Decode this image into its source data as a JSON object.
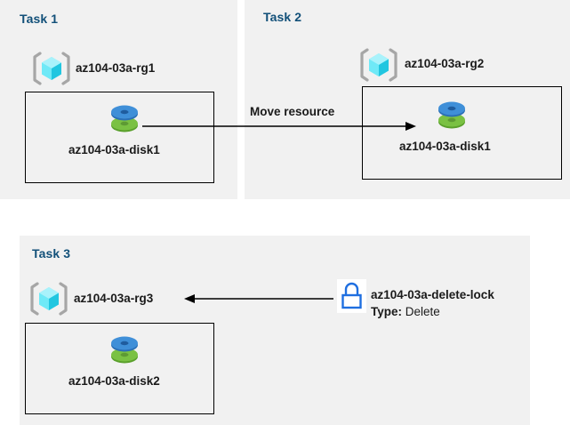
{
  "diagram": {
    "title": "Azure resource group tasks diagram",
    "colors": {
      "panel_background": "#f1f1f1",
      "page_background": "#ffffff",
      "task_title": "#125079",
      "text": "#1a1a1a",
      "box_border": "#000000",
      "lock_outline": "#1f6fe0",
      "cube_cyan": "#4fe3f5",
      "cube_bracket": "#a6a6a6",
      "disk_blue": "#3a8fd8",
      "disk_green": "#6db33f",
      "arrow": "#000000"
    }
  },
  "panels": [
    {
      "id": "task1",
      "title": "Task 1",
      "resource_group": {
        "icon": "resource-group-cube-icon",
        "label": "az104-03a-rg1"
      },
      "resource": {
        "icon": "managed-disk-icon",
        "label": "az104-03a-disk1"
      }
    },
    {
      "id": "task2",
      "title": "Task 2",
      "resource_group": {
        "icon": "resource-group-cube-icon",
        "label": "az104-03a-rg2"
      },
      "resource": {
        "icon": "managed-disk-icon",
        "label": "az104-03a-disk1"
      }
    },
    {
      "id": "task3",
      "title": "Task 3",
      "resource_group": {
        "icon": "resource-group-cube-icon",
        "label": "az104-03a-rg3"
      },
      "resource": {
        "icon": "managed-disk-icon",
        "label": "az104-03a-disk2"
      },
      "lock": {
        "icon": "padlock-icon",
        "label": "az104-03a-delete-lock",
        "type_key": "Type:",
        "type_value": "Delete"
      }
    }
  ],
  "connectors": [
    {
      "id": "move-resource",
      "label": "Move resource",
      "direction": "right",
      "from": "az104-03a-disk1 in az104-03a-rg1",
      "to": "az104-03a-rg2"
    },
    {
      "id": "delete-lock-applies-to",
      "label": "",
      "direction": "left",
      "from": "az104-03a-delete-lock",
      "to": "az104-03a-rg3"
    }
  ]
}
